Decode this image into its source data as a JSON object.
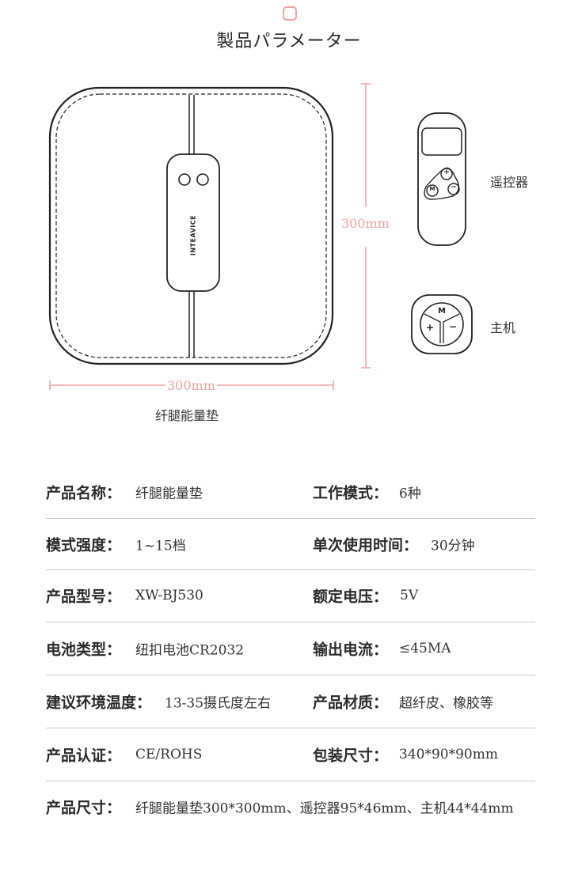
{
  "header": {
    "title": "製品パラメーター",
    "accent_color": "#f4a0a0"
  },
  "illustration": {
    "pad_label": "纤腿能量垫",
    "pad_brand": "INTEAVICE",
    "width_dim": "300mm",
    "height_dim": "300mm",
    "remote_label": "遥控器",
    "remote_buttons": [
      "+",
      "M",
      "−"
    ],
    "host_label": "主机",
    "host_buttons": [
      "M",
      "+",
      "−"
    ]
  },
  "specs": [
    {
      "left": {
        "label": "产品名称：",
        "value": "纤腿能量垫"
      },
      "right": {
        "label": "工作模式：",
        "value": "6种"
      }
    },
    {
      "left": {
        "label": "模式强度：",
        "value": "1~15档"
      },
      "right": {
        "label": "单次使用时间：",
        "value": "30分钟"
      }
    },
    {
      "left": {
        "label": "产品型号：",
        "value": "XW-BJ530"
      },
      "right": {
        "label": "额定电压：",
        "value": "5V"
      }
    },
    {
      "left": {
        "label": "电池类型：",
        "value": "纽扣电池CR2032"
      },
      "right": {
        "label": "输出电流：",
        "value": "≤45MA"
      }
    },
    {
      "left": {
        "label": "建议环境温度：",
        "value": "13-35摄氏度左右"
      },
      "right": {
        "label": "产品材质：",
        "value": "超纤皮、橡胶等"
      }
    },
    {
      "left": {
        "label": "产品认证：",
        "value": "CE/ROHS"
      },
      "right": {
        "label": "包装尺寸：",
        "value": "340*90*90mm"
      }
    },
    {
      "left": {
        "label": "产品尺寸：",
        "value": "纤腿能量垫300*300mm、遥控器95*46mm、主机44*44mm"
      }
    }
  ]
}
